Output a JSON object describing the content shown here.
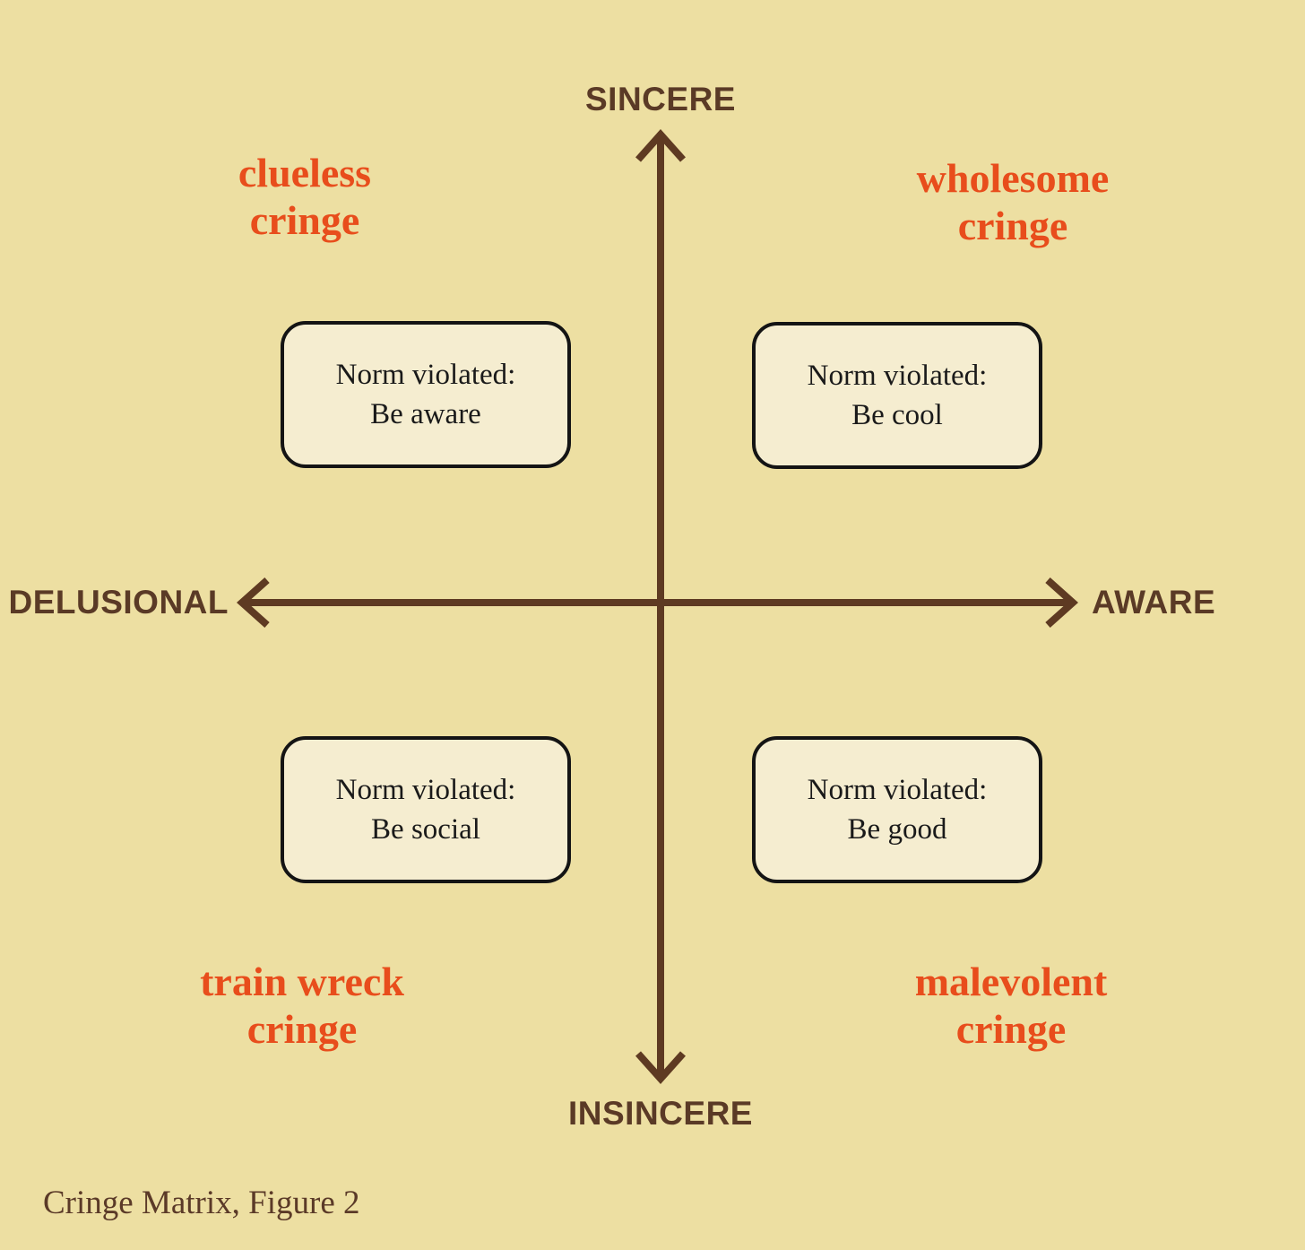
{
  "diagram": {
    "caption": "Cringe Matrix, Figure 2",
    "axes": {
      "top": "SINCERE",
      "bottom": "INSINCERE",
      "left": "DELUSIONAL",
      "right": "AWARE"
    },
    "quadrants": {
      "top_left": {
        "label_line1": "clueless",
        "label_line2": "cringe",
        "box_line1": "Norm violated:",
        "box_line2": "Be aware"
      },
      "top_right": {
        "label_line1": "wholesome",
        "label_line2": "cringe",
        "box_line1": "Norm violated:",
        "box_line2": "Be cool"
      },
      "bottom_left": {
        "label_line1": "train wreck",
        "label_line2": "cringe",
        "box_line1": "Norm violated:",
        "box_line2": "Be social"
      },
      "bottom_right": {
        "label_line1": "malevolent",
        "label_line2": "cringe",
        "box_line1": "Norm violated:",
        "box_line2": "Be good"
      }
    },
    "colors": {
      "background": "#eddfa2",
      "axis_line": "#5e3a22",
      "axis_label_text": "#5a3a26",
      "quadrant_label_text": "#e84d1c",
      "box_fill": "#f5edd0",
      "box_border": "#141414",
      "box_text": "#1a1a1a",
      "caption_text": "#5b3a28"
    }
  }
}
